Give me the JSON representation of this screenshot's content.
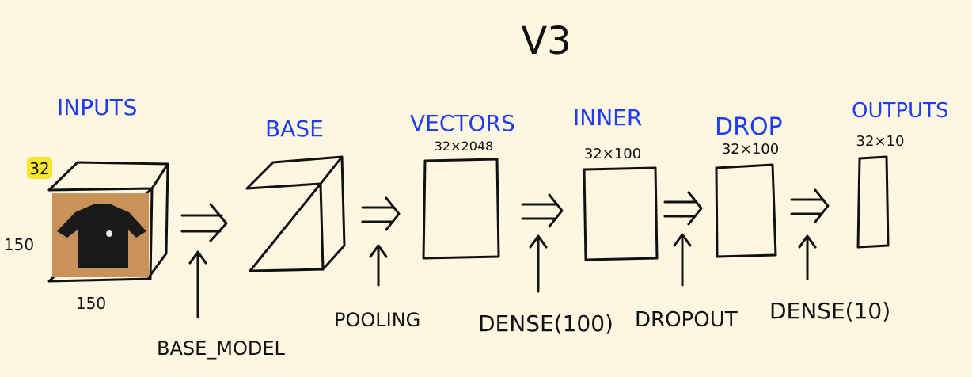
{
  "title": "V3",
  "layers": [
    {
      "id": "inputs",
      "label": "INPUTS",
      "dim": ""
    },
    {
      "id": "base",
      "label": "BASE",
      "dim": ""
    },
    {
      "id": "vectors",
      "label": "VECTORS",
      "dim": "32×2048"
    },
    {
      "id": "inner",
      "label": "INNER",
      "dim": "32×100"
    },
    {
      "id": "drop",
      "label": "DROP",
      "dim": "32×100"
    },
    {
      "id": "outputs",
      "label": "OUTPUTS",
      "dim": "32×10"
    }
  ],
  "input_dims": {
    "batch": "32",
    "height": "150",
    "width": "150"
  },
  "operations": [
    "BASE_MODEL",
    "POOLING",
    "DENSE(100)",
    "DROPOUT",
    "DENSE(10)"
  ],
  "colors": {
    "background": "#fdf6e1",
    "label_blue": "#1f3cf0",
    "highlight": "#f7e530",
    "ink": "#111111"
  }
}
